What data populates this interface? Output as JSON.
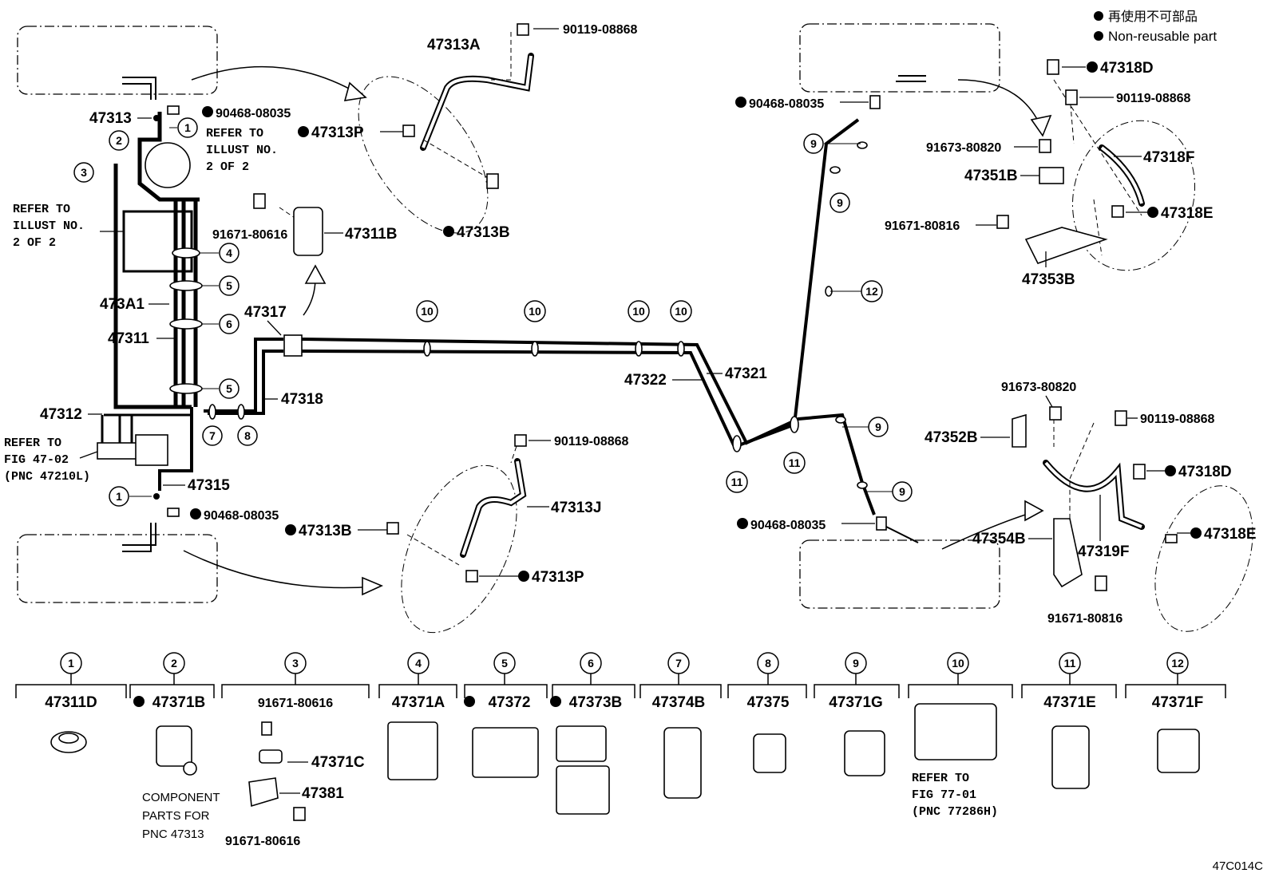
{
  "legend": {
    "line1": "再使用不可部品",
    "line2": "Non-reusable part"
  },
  "diagram_code": "47C014C",
  "labels": {
    "p47313A": "47313A",
    "p90119_1": "90119-08868",
    "p47313P_1": "47313P",
    "p47313B_1": "47313B",
    "p91671_80616_a": "91671-80616",
    "p47311B": "47311B",
    "p47313": "47313",
    "p90468_1": "90468-08035",
    "refer_illust_1a": "REFER TO",
    "refer_illust_1b": "ILLUST NO.",
    "refer_illust_1c": "2 OF 2",
    "refer_illust_2a": "REFER TO",
    "refer_illust_2b": "ILLUST NO.",
    "refer_illust_2c": "2 OF 2",
    "p473A1": "473A1",
    "p47311": "47311",
    "p47317": "47317",
    "p47318": "47318",
    "p47312": "47312",
    "refer_fig_a": "REFER TO",
    "refer_fig_b": "FIG 47-02",
    "refer_fig_c": "(PNC 47210L)",
    "p47315": "47315",
    "p90468_2": "90468-08035",
    "p47313B_2": "47313B",
    "p90119_2": "90119-08868",
    "p47313J": "47313J",
    "p47313P_2": "47313P",
    "p47322": "47322",
    "p47321": "47321",
    "p90468_3": "90468-08035",
    "p90468_4": "90468-08035",
    "p47318D_1": "47318D",
    "p90119_3": "90119-08868",
    "p91673_1": "91673-80820",
    "p47318F": "47318F",
    "p47351B": "47351B",
    "p91671_80816_1": "91671-80816",
    "p47318E_1": "47318E",
    "p47353B": "47353B",
    "p91673_2": "91673-80820",
    "p47352B": "47352B",
    "p90119_4": "90119-08868",
    "p47318D_2": "47318D",
    "p47354B": "47354B",
    "p47319F": "47319F",
    "p47318E_2": "47318E",
    "p91671_80816_2": "91671-80816"
  },
  "callouts": {
    "c1": "1",
    "c2": "2",
    "c3": "3",
    "c4": "4",
    "c5": "5",
    "c6": "6",
    "c7": "7",
    "c8": "8",
    "c9": "9",
    "c10": "10",
    "c11": "11",
    "c12": "12"
  },
  "components": [
    {
      "num": "1",
      "part": "47311D",
      "nonreusable": false
    },
    {
      "num": "2",
      "part": "47371B",
      "nonreusable": true
    },
    {
      "num": "3",
      "part": "91671-80616",
      "nonreusable": false
    },
    {
      "num": "4",
      "part": "47371A",
      "nonreusable": false
    },
    {
      "num": "5",
      "part": "47372",
      "nonreusable": true
    },
    {
      "num": "6",
      "part": "47373B",
      "nonreusable": true
    },
    {
      "num": "7",
      "part": "47374B",
      "nonreusable": false
    },
    {
      "num": "8",
      "part": "47375",
      "nonreusable": false
    },
    {
      "num": "9",
      "part": "47371G",
      "nonreusable": false
    },
    {
      "num": "10",
      "part": "",
      "nonreusable": false
    },
    {
      "num": "11",
      "part": "47371E",
      "nonreusable": false
    },
    {
      "num": "12",
      "part": "47371F",
      "nonreusable": false
    }
  ],
  "component_notes": {
    "comp2_a": "COMPONENT",
    "comp2_b": "PARTS FOR",
    "comp2_c": "PNC 47313",
    "comp3_a": "47371C",
    "comp3_b": "47381",
    "comp3_c": "91671-80616",
    "comp10_a": "REFER TO",
    "comp10_b": "FIG 77-01",
    "comp10_c": "(PNC 77286H)"
  }
}
